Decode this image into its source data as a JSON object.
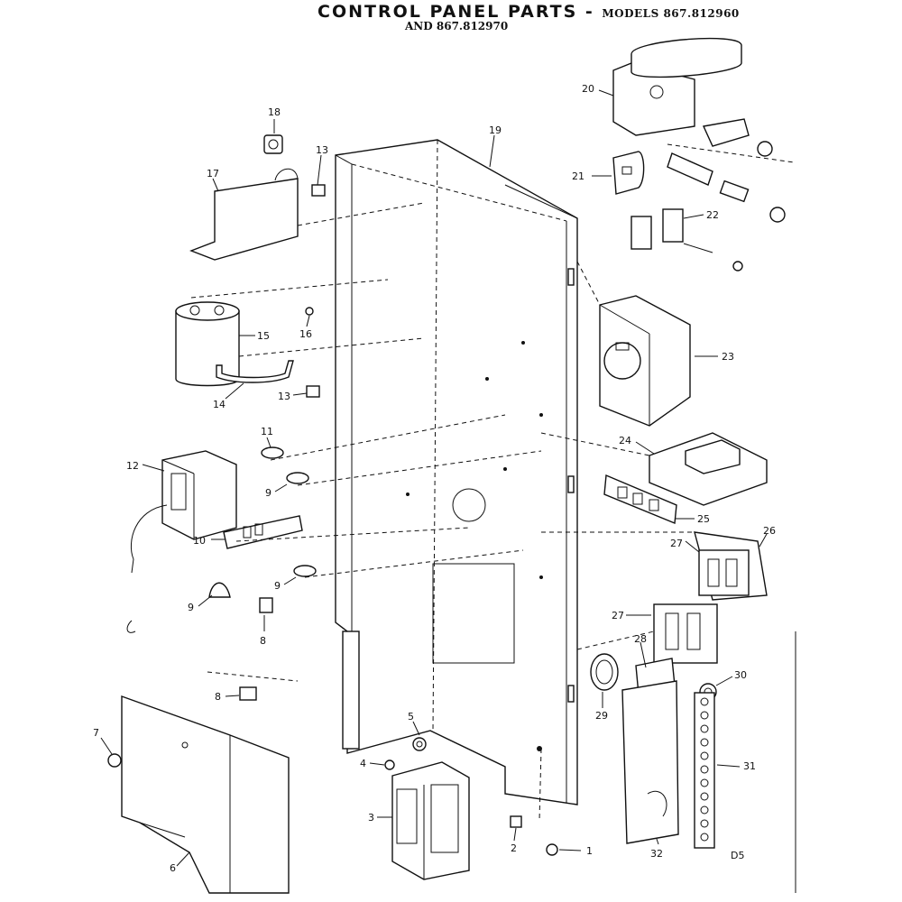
{
  "title": {
    "line1": "CONTROL PANEL PARTS -",
    "line1_models": "MODELS 867.812960",
    "line2": "AND 867.812970"
  },
  "corner_code": "D5",
  "part_labels": [
    {
      "id": "1",
      "text": "1"
    },
    {
      "id": "2",
      "text": "2"
    },
    {
      "id": "3",
      "text": "3"
    },
    {
      "id": "4",
      "text": "4"
    },
    {
      "id": "5",
      "text": "5"
    },
    {
      "id": "6",
      "text": "6"
    },
    {
      "id": "7",
      "text": "7"
    },
    {
      "id": "8a",
      "text": "8"
    },
    {
      "id": "8b",
      "text": "8"
    },
    {
      "id": "9a",
      "text": "9"
    },
    {
      "id": "9b",
      "text": "9"
    },
    {
      "id": "9c",
      "text": "9"
    },
    {
      "id": "10",
      "text": "10"
    },
    {
      "id": "11",
      "text": "11"
    },
    {
      "id": "12",
      "text": "12"
    },
    {
      "id": "13a",
      "text": "13"
    },
    {
      "id": "13b",
      "text": "13"
    },
    {
      "id": "14",
      "text": "14"
    },
    {
      "id": "15",
      "text": "15"
    },
    {
      "id": "16",
      "text": "16"
    },
    {
      "id": "17",
      "text": "17"
    },
    {
      "id": "18",
      "text": "18"
    },
    {
      "id": "19",
      "text": "19"
    },
    {
      "id": "20",
      "text": "20"
    },
    {
      "id": "21",
      "text": "21"
    },
    {
      "id": "22",
      "text": "22"
    },
    {
      "id": "23",
      "text": "23"
    },
    {
      "id": "24",
      "text": "24"
    },
    {
      "id": "25",
      "text": "25"
    },
    {
      "id": "26",
      "text": "26"
    },
    {
      "id": "27a",
      "text": "27"
    },
    {
      "id": "27b",
      "text": "27"
    },
    {
      "id": "28",
      "text": "28"
    },
    {
      "id": "29",
      "text": "29"
    },
    {
      "id": "30",
      "text": "30"
    },
    {
      "id": "31",
      "text": "31"
    },
    {
      "id": "32",
      "text": "32"
    }
  ]
}
